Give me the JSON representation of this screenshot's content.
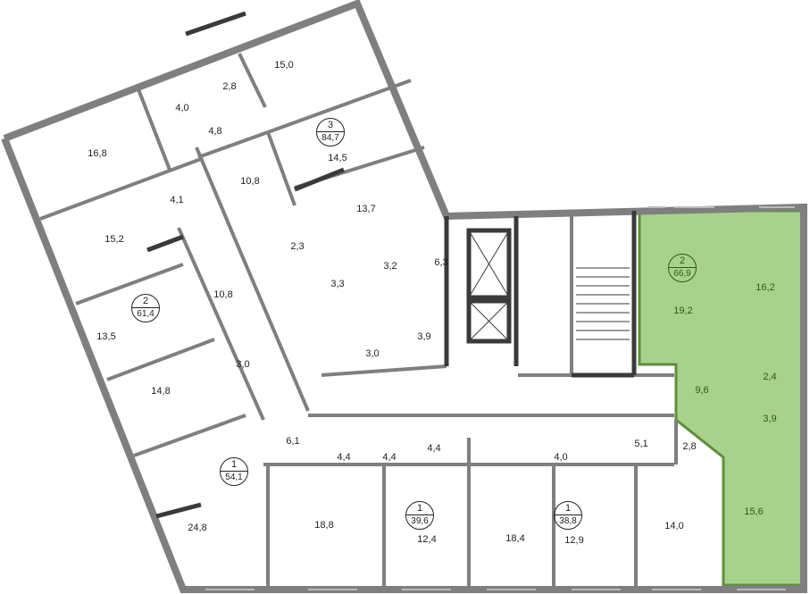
{
  "colors": {
    "wall": "#7f7f7f",
    "dark_wall": "#3a3a3a",
    "highlight": "#a9d18e",
    "highlight_wall": "#5e8f3a"
  },
  "apartments": [
    {
      "rooms": "3",
      "area": "84,7"
    },
    {
      "rooms": "2",
      "area": "61,4"
    },
    {
      "rooms": "1",
      "area": "54,1"
    },
    {
      "rooms": "1",
      "area": "39,6"
    },
    {
      "rooms": "1",
      "area": "38,8"
    },
    {
      "rooms": "2",
      "area": "66,9",
      "highlighted": true
    }
  ],
  "rooms": [
    "15,0",
    "2,8",
    "4,0",
    "4,8",
    "16,8",
    "14,5",
    "10,8",
    "4,1",
    "13,7",
    "15,2",
    "2,3",
    "3,2",
    "6,3",
    "3,3",
    "10,8",
    "13,5",
    "3,9",
    "3,0",
    "3,0",
    "14,8",
    "6,1",
    "4,4",
    "4,4",
    "4,4",
    "4,0",
    "5,1",
    "2,8",
    "24,8",
    "18,8",
    "12,4",
    "18,4",
    "12,9",
    "14,0"
  ],
  "highlighted_rooms": [
    "19,2",
    "16,2",
    "9,6",
    "2,4",
    "3,9",
    "15,6"
  ]
}
